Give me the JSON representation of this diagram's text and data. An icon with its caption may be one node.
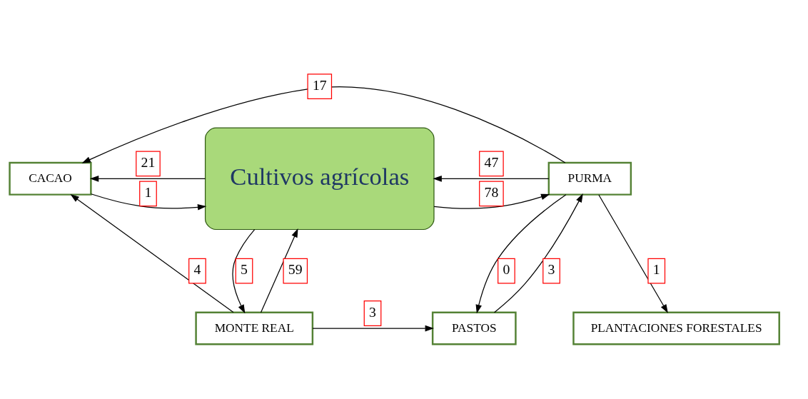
{
  "diagram": {
    "nodes": [
      {
        "text": [
          "MONTE REAL"
        ]
      },
      {
        "text": [
          "PASTOS"
        ]
      },
      {
        "text": [
          "Cultivos agrícolas"
        ]
      },
      {
        "text": [
          "CACAO"
        ]
      },
      {
        "text": [
          "PURMA"
        ]
      },
      {
        "text": [
          "PLANTACIONES FORESTALES"
        ]
      }
    ],
    "edges": [
      {
        "from": 0,
        "to": 3,
        "arrow": "to",
        "label": "4"
      },
      {
        "from": 0,
        "to": 1,
        "arrow": "to",
        "label": "3"
      },
      {
        "from": 2,
        "to": 0,
        "arrow": "to",
        "label": "5"
      },
      {
        "from": 0,
        "to": 2,
        "arrow": "to",
        "label": "59"
      },
      {
        "from": 2,
        "to": 3,
        "arrow": "to",
        "label": "21"
      },
      {
        "from": 3,
        "to": 2,
        "arrow": "to",
        "label": "1"
      },
      {
        "from": 4,
        "to": 2,
        "arrow": "to",
        "label": "47"
      },
      {
        "from": 2,
        "to": 4,
        "arrow": "to",
        "label": "78"
      },
      {
        "from": 4,
        "to": 1,
        "arrow": "to",
        "label": "0"
      },
      {
        "from": 1,
        "to": 4,
        "arrow": "to",
        "label": "3"
      },
      {
        "from": 4,
        "to": 5,
        "arrow": "to",
        "label": "1"
      },
      {
        "from": 4,
        "to": 3,
        "arrow": "to",
        "label": "17"
      }
    ]
  }
}
